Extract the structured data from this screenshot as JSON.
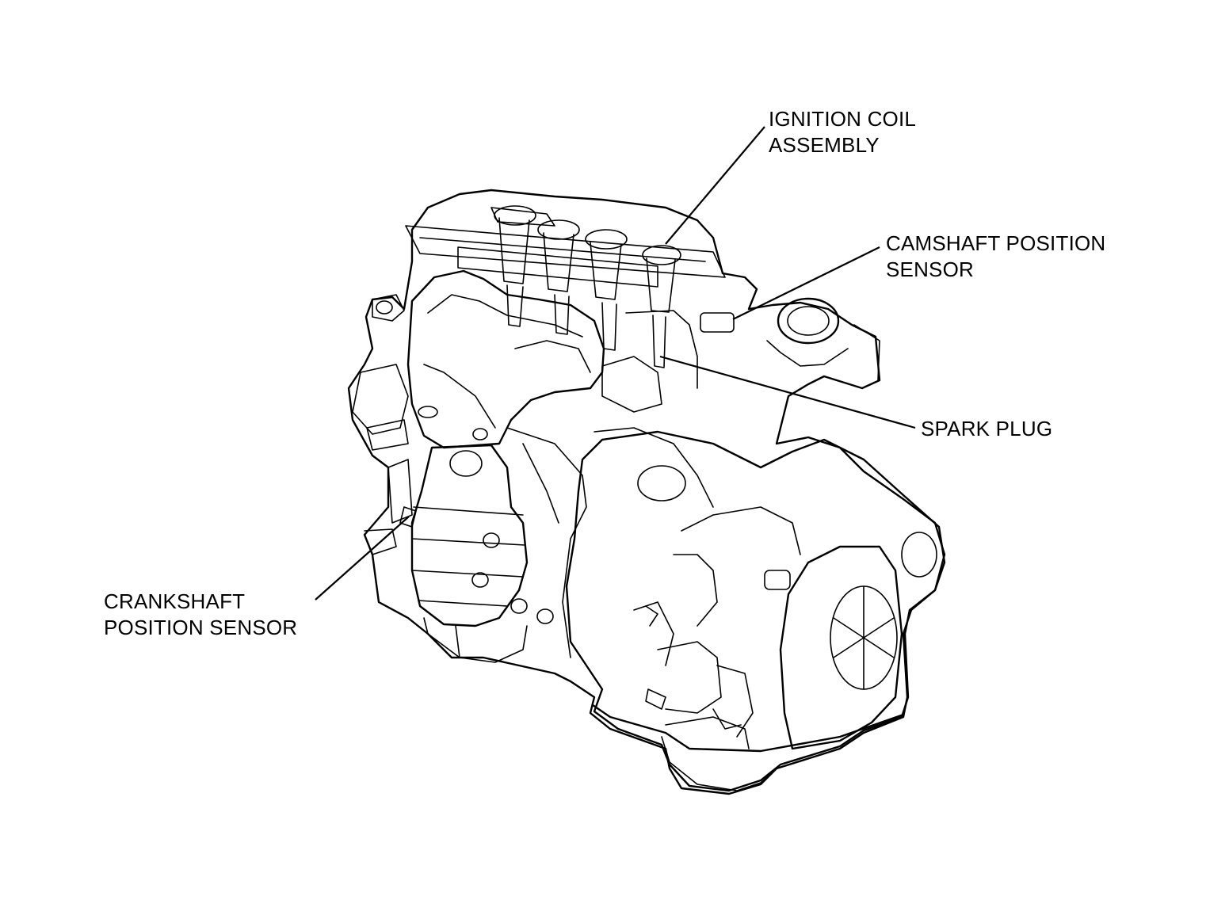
{
  "labels": {
    "ignition_coil": [
      "IGNITION COIL",
      "ASSEMBLY"
    ],
    "camshaft_sensor": [
      "CAMSHAFT POSITION",
      "SENSOR"
    ],
    "spark_plug": [
      "SPARK PLUG"
    ],
    "crankshaft_sensor": [
      "CRANKSHAFT",
      "POSITION SENSOR"
    ]
  },
  "colors": {
    "line": "#000000",
    "background": "#ffffff"
  }
}
